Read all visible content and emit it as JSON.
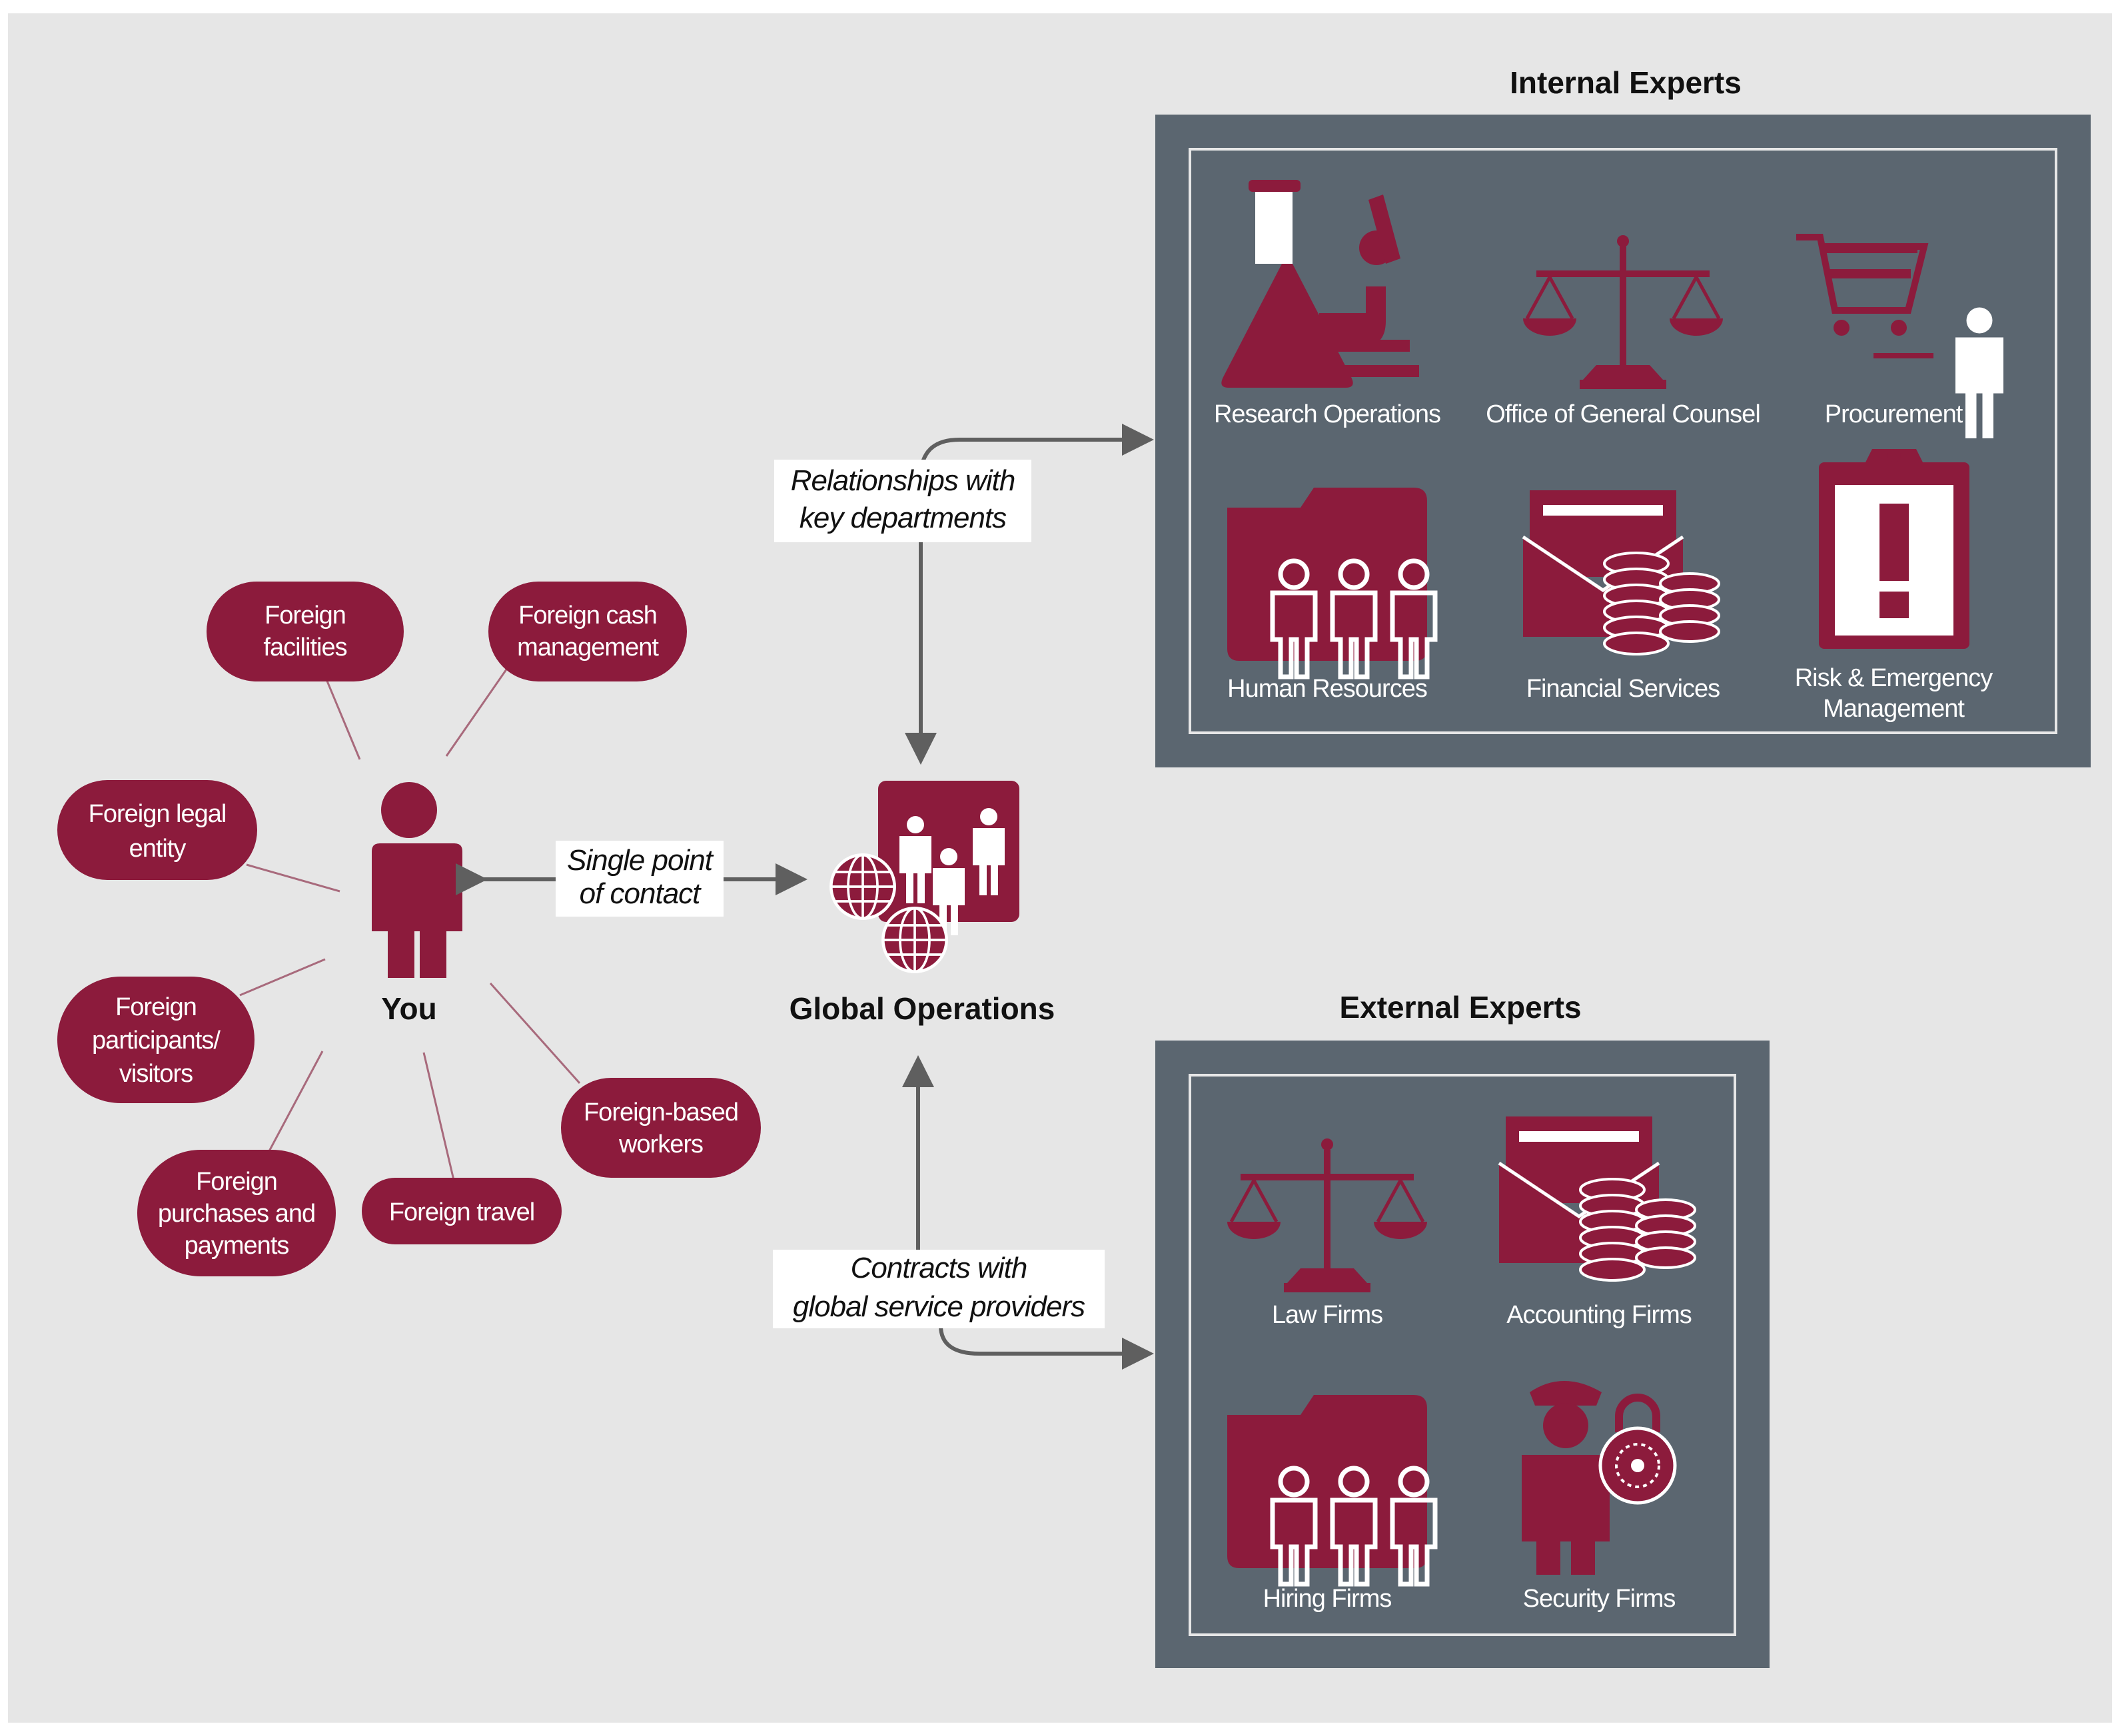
{
  "colors": {
    "accent": "#8c1b3c",
    "panel": "#5b6670",
    "background": "#e6e6e6",
    "connector": "#5f5f5f",
    "spoke": "#a86a7c"
  },
  "you": {
    "label": "You",
    "icon": "person-icon"
  },
  "global_operations": {
    "label": "Global Operations",
    "icon": "global-team-icon"
  },
  "responsibilities": [
    {
      "id": "facilities",
      "lines": [
        "Foreign",
        "facilities"
      ]
    },
    {
      "id": "cash",
      "lines": [
        "Foreign cash",
        "management"
      ]
    },
    {
      "id": "legal",
      "lines": [
        "Foreign legal",
        "entity"
      ]
    },
    {
      "id": "participants",
      "lines": [
        "Foreign",
        "participants/",
        "visitors"
      ]
    },
    {
      "id": "purchases",
      "lines": [
        "Foreign",
        "purchases and",
        "payments"
      ]
    },
    {
      "id": "travel",
      "lines": [
        "Foreign travel"
      ]
    },
    {
      "id": "workers",
      "lines": [
        "Foreign-based",
        "workers"
      ]
    }
  ],
  "connectors": {
    "single_point": [
      "Single point",
      "of contact"
    ],
    "relationships": [
      "Relationships with",
      "key departments"
    ],
    "contracts": [
      "Contracts with",
      "global service providers"
    ]
  },
  "internal_experts": {
    "title": "Internal Experts",
    "items": [
      {
        "icon": "lab-icon",
        "label": [
          "Research Operations"
        ]
      },
      {
        "icon": "scales-icon",
        "label": [
          "Office of General Counsel"
        ]
      },
      {
        "icon": "shopping-cart-icon",
        "label": [
          "Procurement"
        ]
      },
      {
        "icon": "staff-folder-icon",
        "label": [
          "Human Resources"
        ]
      },
      {
        "icon": "envelope-coins-icon",
        "label": [
          "Financial Services"
        ]
      },
      {
        "icon": "alert-clipboard-icon",
        "label": [
          "Risk & Emergency",
          "Management"
        ]
      }
    ]
  },
  "external_experts": {
    "title": "External Experts",
    "items": [
      {
        "icon": "scales-icon",
        "label": [
          "Law Firms"
        ]
      },
      {
        "icon": "envelope-coins-icon",
        "label": [
          "Accounting Firms"
        ]
      },
      {
        "icon": "staff-folder-icon",
        "label": [
          "Hiring Firms"
        ]
      },
      {
        "icon": "guard-lock-icon",
        "label": [
          "Security Firms"
        ]
      }
    ]
  }
}
